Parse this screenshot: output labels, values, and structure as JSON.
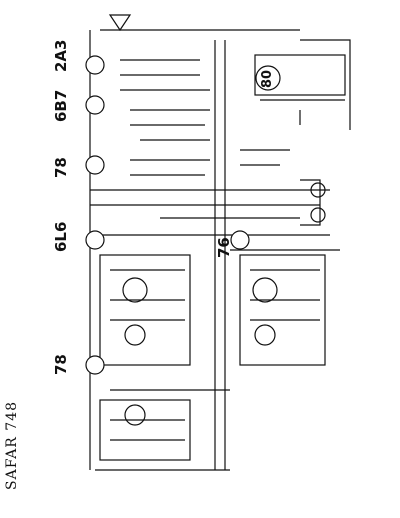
{
  "diagram": {
    "title": "SAFAR 748",
    "tubes": [
      "2A3",
      "6B7",
      "78",
      "6L6",
      "76",
      "78",
      "80"
    ]
  }
}
